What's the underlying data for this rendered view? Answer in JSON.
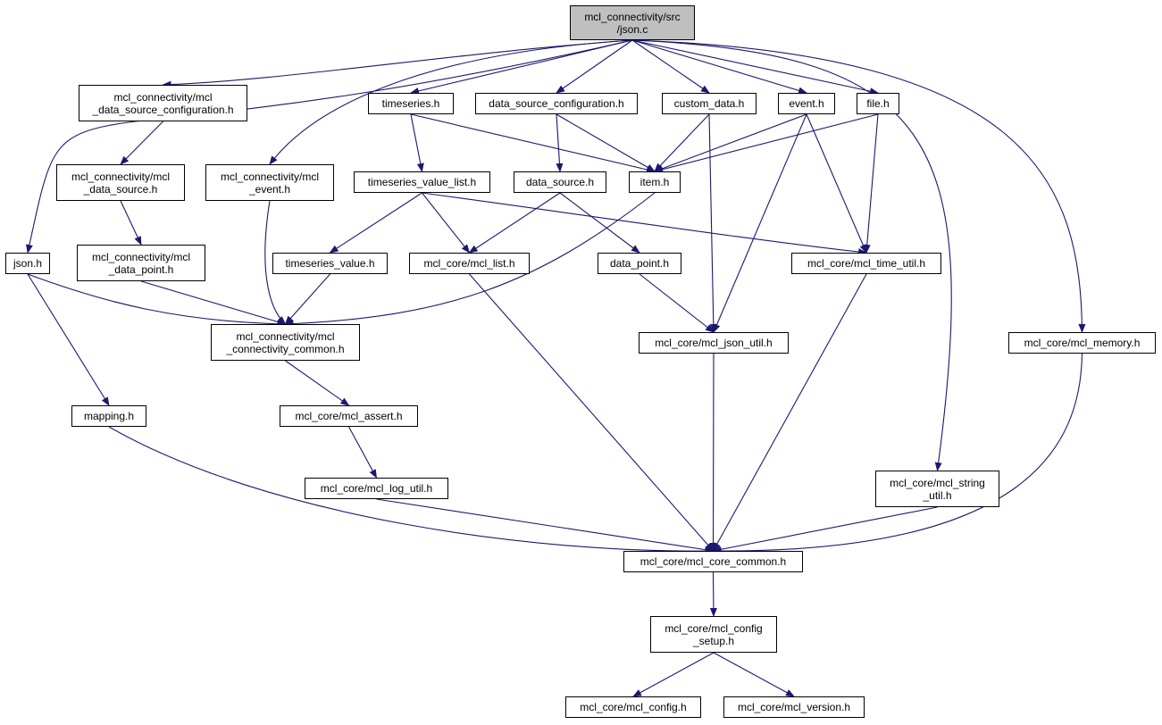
{
  "graph": {
    "edge_color": "#191970",
    "root_fill": "#bfbfbf",
    "nodes": {
      "json_c": "mcl_connectivity/src\n/json.c",
      "ds_config_full": "mcl_connectivity/mcl\n_data_source_configuration.h",
      "timeseries_h": "timeseries.h",
      "ds_config_h": "data_source_configuration.h",
      "custom_data_h": "custom_data.h",
      "event_h": "event.h",
      "file_h": "file.h",
      "ds_full": "mcl_connectivity/mcl\n_data_source.h",
      "event_full": "mcl_connectivity/mcl\n_event.h",
      "ts_value_list_h": "timeseries_value_list.h",
      "data_source_h": "data_source.h",
      "item_h": "item.h",
      "json_h": "json.h",
      "dp_full": "mcl_connectivity/mcl\n_data_point.h",
      "ts_value_h": "timeseries_value.h",
      "mcl_list_h": "mcl_core/mcl_list.h",
      "data_point_h": "data_point.h",
      "time_util_h": "mcl_core/mcl_time_util.h",
      "conn_common_h": "mcl_connectivity/mcl\n_connectivity_common.h",
      "json_util_h": "mcl_core/mcl_json_util.h",
      "memory_h": "mcl_core/mcl_memory.h",
      "mapping_h": "mapping.h",
      "assert_h": "mcl_core/mcl_assert.h",
      "log_util_h": "mcl_core/mcl_log_util.h",
      "string_util_h": "mcl_core/mcl_string\n_util.h",
      "core_common_h": "mcl_core/mcl_core_common.h",
      "config_setup_h": "mcl_core/mcl_config\n_setup.h",
      "config_h": "mcl_core/mcl_config.h",
      "version_h": "mcl_core/mcl_version.h"
    },
    "edges": [
      [
        "json_c",
        "json_h"
      ],
      [
        "json_c",
        "ds_config_full"
      ],
      [
        "json_c",
        "timeseries_h"
      ],
      [
        "json_c",
        "ds_config_h"
      ],
      [
        "json_c",
        "custom_data_h"
      ],
      [
        "json_c",
        "event_h"
      ],
      [
        "json_c",
        "file_h"
      ],
      [
        "json_c",
        "event_full"
      ],
      [
        "json_c",
        "string_util_h"
      ],
      [
        "json_c",
        "memory_h"
      ],
      [
        "ds_config_full",
        "ds_full"
      ],
      [
        "ds_full",
        "dp_full"
      ],
      [
        "dp_full",
        "conn_common_h"
      ],
      [
        "event_full",
        "conn_common_h"
      ],
      [
        "timeseries_h",
        "ts_value_list_h"
      ],
      [
        "timeseries_h",
        "item_h"
      ],
      [
        "ds_config_h",
        "data_source_h"
      ],
      [
        "ds_config_h",
        "item_h"
      ],
      [
        "custom_data_h",
        "item_h"
      ],
      [
        "custom_data_h",
        "json_util_h"
      ],
      [
        "event_h",
        "item_h"
      ],
      [
        "event_h",
        "time_util_h"
      ],
      [
        "event_h",
        "json_util_h"
      ],
      [
        "file_h",
        "item_h"
      ],
      [
        "file_h",
        "time_util_h"
      ],
      [
        "ts_value_list_h",
        "ts_value_h"
      ],
      [
        "ts_value_list_h",
        "mcl_list_h"
      ],
      [
        "ts_value_list_h",
        "time_util_h"
      ],
      [
        "data_source_h",
        "mcl_list_h"
      ],
      [
        "data_source_h",
        "data_point_h"
      ],
      [
        "item_h",
        "conn_common_h"
      ],
      [
        "json_h",
        "conn_common_h"
      ],
      [
        "json_h",
        "mapping_h"
      ],
      [
        "ts_value_h",
        "conn_common_h"
      ],
      [
        "mcl_list_h",
        "core_common_h"
      ],
      [
        "data_point_h",
        "json_util_h"
      ],
      [
        "time_util_h",
        "core_common_h"
      ],
      [
        "conn_common_h",
        "assert_h"
      ],
      [
        "json_util_h",
        "core_common_h"
      ],
      [
        "memory_h",
        "core_common_h"
      ],
      [
        "mapping_h",
        "core_common_h"
      ],
      [
        "assert_h",
        "log_util_h"
      ],
      [
        "log_util_h",
        "core_common_h"
      ],
      [
        "string_util_h",
        "core_common_h"
      ],
      [
        "core_common_h",
        "config_setup_h"
      ],
      [
        "config_setup_h",
        "config_h"
      ],
      [
        "config_setup_h",
        "version_h"
      ]
    ]
  }
}
